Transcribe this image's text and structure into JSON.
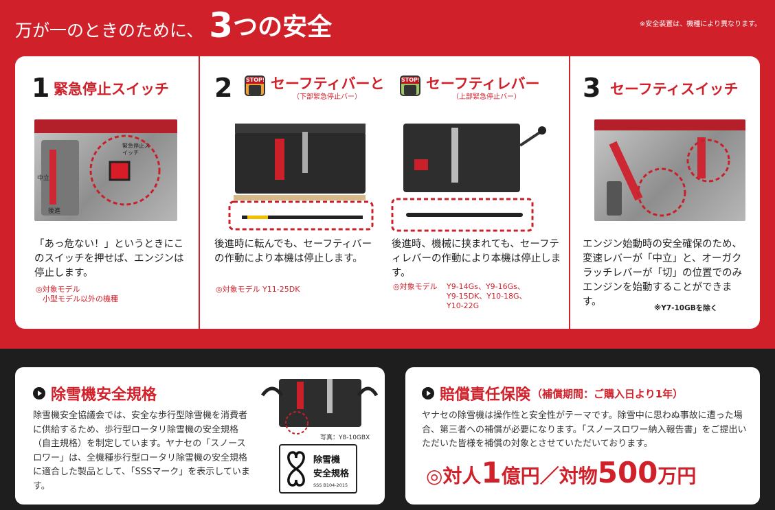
{
  "heading": {
    "lead": "万が一のときのために、",
    "number": "3",
    "rest": "つの安全",
    "note": "※安全装置は、機種により異なります。"
  },
  "sections": [
    {
      "number": "1",
      "title": "緊急停止スイッチ",
      "text": "「あっ危ない！」というときにこのスイッチを押せば、エンジンは停止します。",
      "model_label": "◎対象モデル",
      "model_value": "小型モデル以外の機種",
      "photo_labels": [
        "緊急停止スイッチ",
        "中立",
        "後進"
      ]
    },
    {
      "number": "2",
      "icon_label": "STOP!",
      "title_a": "セーフティバーと",
      "title_b": "セーフティレバー",
      "sub_a": "（下部緊急停止バー）",
      "sub_b": "（上部緊急停止バー）",
      "text_a": "後進時に転んでも、セーフティバーの作動により本機は停止します。",
      "model_a": "◎対象モデル Y11-25DK",
      "text_b": "後進時、機械に挟まれても、セーフティレバーの作動により本機は停止します。",
      "model_b_label": "◎対象モデル",
      "model_b_lines": [
        "Y9-14Gs、Y9-16Gs、",
        "Y9-15DK、Y10-18G、",
        "Y10-22G"
      ]
    },
    {
      "number": "3",
      "title": "セーフティスイッチ",
      "text": "エンジン始動時の安全確保のため、変速レバーが「中立」と、オーガクラッチレバーが「切」の位置でのみエンジンを始動することができます。",
      "text_note": "※Y7-10GBを除く"
    }
  ],
  "standard": {
    "title": "除雪機安全規格",
    "text": "除雪機安全協議会では、安全な歩行型除雪機を消費者に供給するため、歩行型ロータリ除雪機の安全規格（自主規格）を制定しています。ヤナセの「スノースロワー」は、全機種歩行型ロータリ除雪機の安全規格に適合した製品として、「SSSマーク」を表示しています。",
    "photo_caption": "写真：Y8-10GBX",
    "mark_line1": "除雪機",
    "mark_line2": "安全規格",
    "mark_line3": "SSS B104-2015"
  },
  "insurance": {
    "title": "賠償責任保険",
    "period": "（補償期間：ご購入日より1年）",
    "text": "ヤナセの除雪機は操作性と安全性がテーマです。除雪中に思わぬ事故に遭った場合、第三者への補償が必要になります。「スノースロワー納入報告書」をご提出いただいた皆様を補償の対象とさせていただいております。",
    "big_a": "◎対人",
    "big_b": "1",
    "big_c": "億円",
    "big_sep": "／",
    "big_d": "対物",
    "big_e": "500",
    "big_f": "万円"
  },
  "colors": {
    "brand_red": "#d0212b",
    "dark": "#1e1e1e"
  }
}
